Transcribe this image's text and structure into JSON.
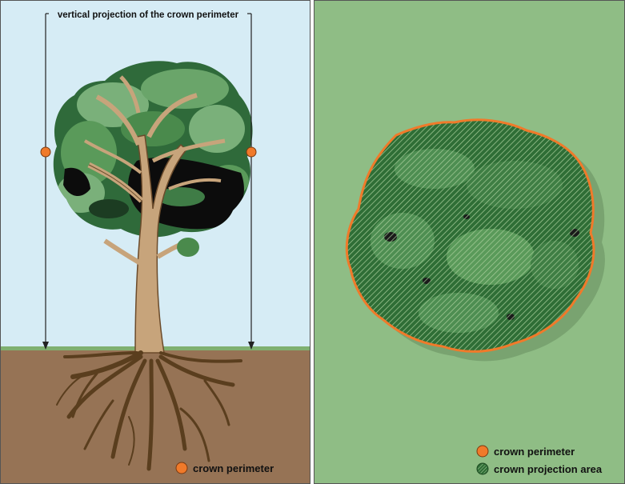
{
  "left_panel": {
    "projection_label": "vertical projection of the crown perimeter",
    "legend": {
      "perimeter_label": "crown perimeter"
    }
  },
  "right_panel": {
    "legend": {
      "perimeter_label": "crown perimeter",
      "area_label": "crown projection area"
    }
  },
  "colors": {
    "sky": "#d6ecf5",
    "soil": "#967355",
    "grass_line": "#7fb070",
    "trunk": "#c7a47b",
    "roots": "#5a3e1e",
    "foliage_dark": "#2f6a3a",
    "foliage_mid": "#4a8a4c",
    "foliage_light": "#7ab07a",
    "shadow_black": "#0c0c0c",
    "perimeter_orange": "#f07a2a",
    "right_bg": "#8fbd85",
    "hatch_area": "#2f6e36"
  },
  "icons": [
    "orange-dot-icon",
    "hatched-dot-icon",
    "arrow-down-icon"
  ]
}
